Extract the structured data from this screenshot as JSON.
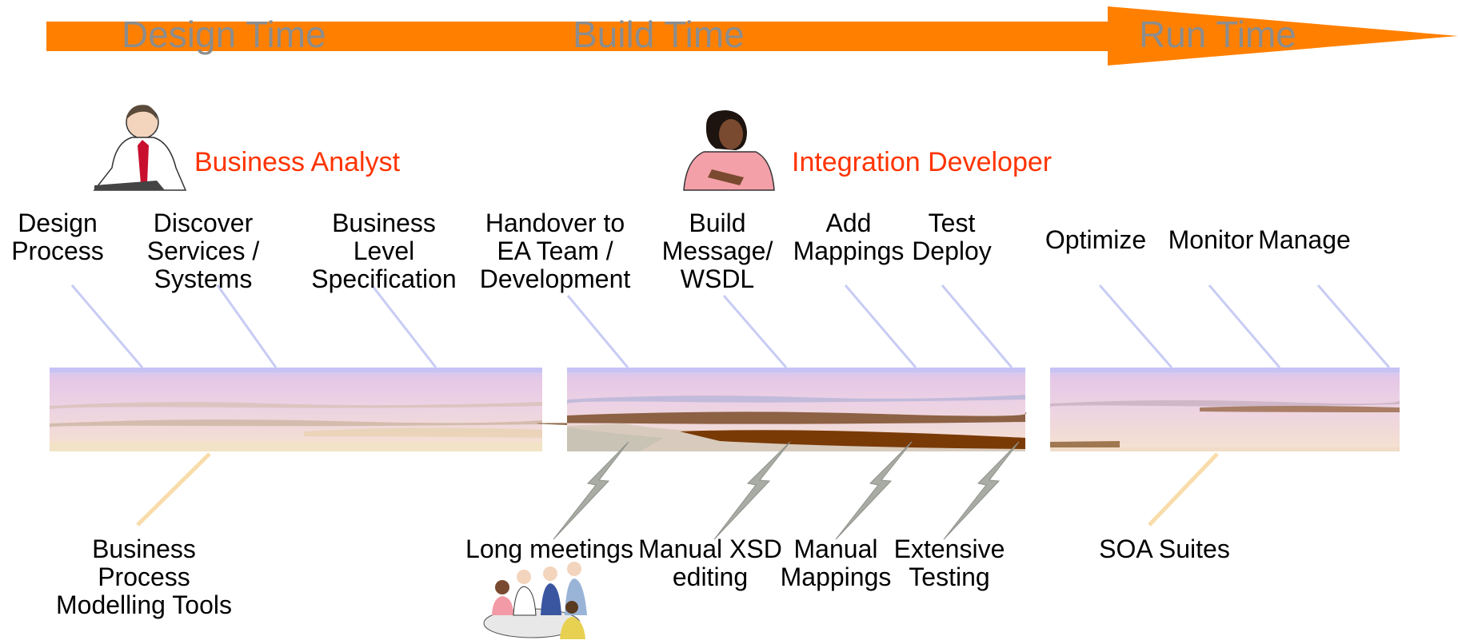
{
  "phases": {
    "design_time": "Design Time",
    "build_time": "Build Time",
    "run_time": "Run Time"
  },
  "roles": {
    "business_analyst": "Business Analyst",
    "integration_developer": "Integration Developer"
  },
  "steps": {
    "design_process": "Design\nProcess",
    "discover_services": "Discover\nServices /\nSystems",
    "business_level_spec": "Business\nLevel\nSpecification",
    "handover": "Handover to\nEA Team /\nDevelopment",
    "build_message": "Build\nMessage/\nWSDL",
    "add_mappings": "Add\nMappings",
    "test_deploy": "Test\nDeploy",
    "optimize": "Optimize",
    "monitor": "Monitor",
    "manage": "Manage"
  },
  "tools": {
    "bpm_tools": "Business\nProcess\nModelling Tools",
    "soa_suites": "SOA Suites"
  },
  "pain_points": {
    "long_meetings": "Long meetings",
    "manual_xsd": "Manual XSD\nediting",
    "manual_mappings": "Manual\nMappings",
    "extensive_testing": "Extensive\nTesting"
  },
  "colors": {
    "arrow": "#ff8000",
    "phase_text": "#8c8c8c",
    "role_text": "#ff3300",
    "connector_blue": "#c8ccf4",
    "connector_tan": "#f8dcaa",
    "lightning": "#a9aca4"
  }
}
